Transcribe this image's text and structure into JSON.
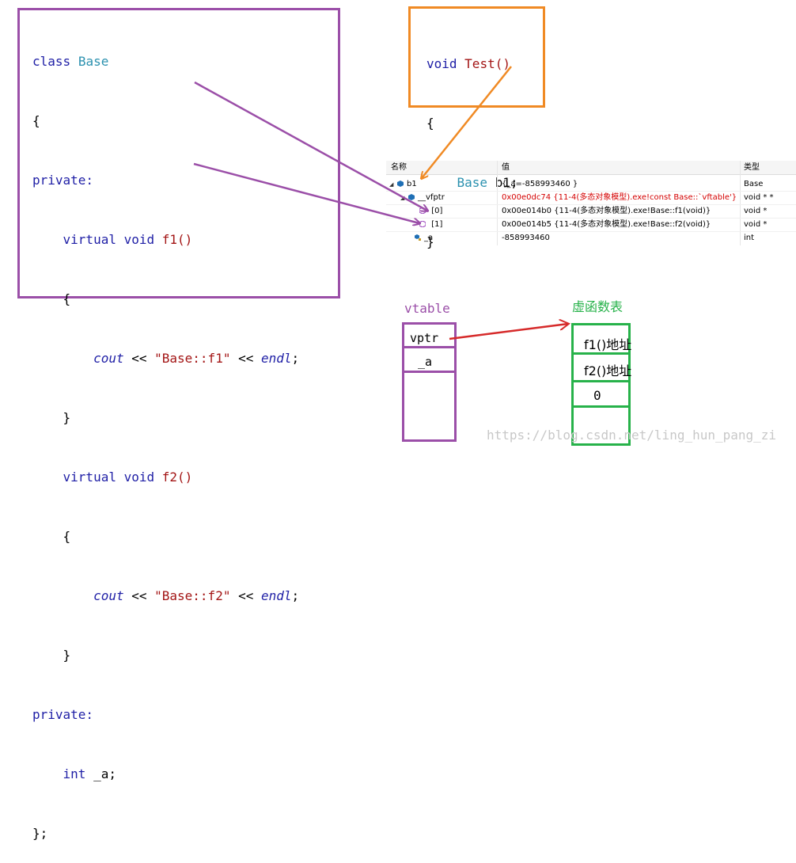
{
  "class_code": {
    "l1": {
      "kw": "class",
      "name": "Base"
    },
    "l2": "{",
    "l3": "private:",
    "l4": {
      "virtual": "virtual",
      "void": "void",
      "fn": "f1()"
    },
    "l5": "{",
    "l6": {
      "cout": "cout",
      "op1": " << ",
      "str": "\"Base::f1\"",
      "op2": " << ",
      "endl": "endl",
      "semi": ";"
    },
    "l7": "}",
    "l8": {
      "virtual": "virtual",
      "void": "void",
      "fn": "f2()"
    },
    "l9": "{",
    "l10": {
      "cout": "cout",
      "op1": " << ",
      "str": "\"Base::f2\"",
      "op2": " << ",
      "endl": "endl",
      "semi": ";"
    },
    "l11": "}",
    "l12": "private:",
    "l13": {
      "int": "int",
      "var": "_a;"
    },
    "l14": "};"
  },
  "test_code": {
    "l1": {
      "void": "void",
      "fn": "Test()"
    },
    "l2": "{",
    "l3": {
      "type": "Base",
      "var": "b1;"
    },
    "l4": "}"
  },
  "watch": {
    "headers": {
      "name": "名称",
      "value": "值",
      "type": "类型"
    },
    "rows": [
      {
        "name": "b1",
        "value": "{_a=-858993460 }",
        "type": "Base"
      },
      {
        "name": "__vfptr",
        "value": "0x00e0dc74 {11-4(多态对象模型).exe!const Base::`vftable'}",
        "type": "void * *"
      },
      {
        "name": "[0]",
        "value": "0x00e014b0 {11-4(多态对象模型).exe!Base::f1(void)}",
        "type": "void *"
      },
      {
        "name": "[1]",
        "value": "0x00e014b5 {11-4(多态对象模型).exe!Base::f2(void)}",
        "type": "void *"
      },
      {
        "name": "_a",
        "value": "-858993460",
        "type": "int"
      }
    ]
  },
  "vtable": {
    "label": "vtable",
    "cells": [
      "vptr",
      "_a"
    ]
  },
  "vfunc_table": {
    "label": "虚函数表",
    "cells": [
      "f1()地址",
      "f2()地址",
      "0"
    ]
  },
  "watermark": "https://blog.csdn.net/ling_hun_pang_zi",
  "colors": {
    "purple": "#9b4fa8",
    "orange": "#f08a24",
    "green": "#27b24a",
    "red": "#d62a2a"
  }
}
